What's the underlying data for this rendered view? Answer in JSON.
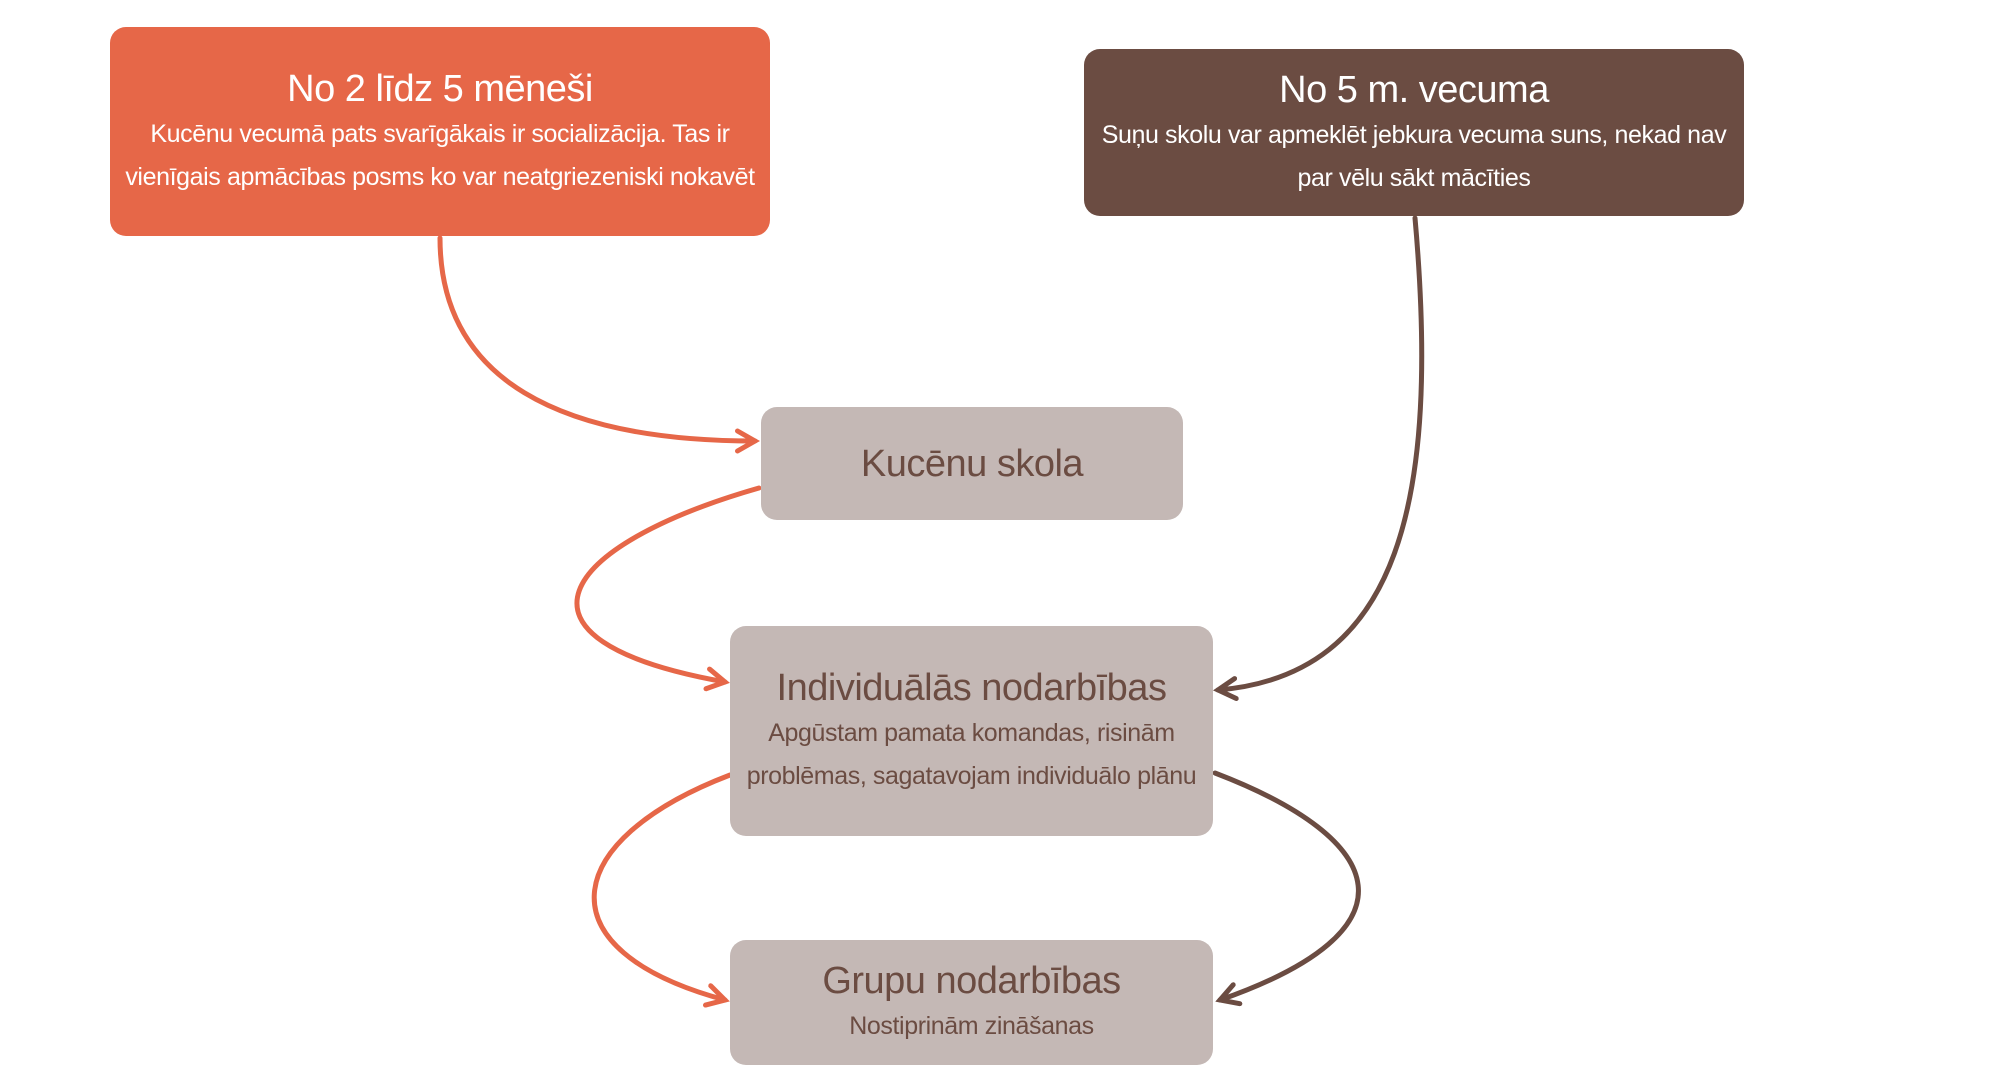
{
  "colors": {
    "orange": "#E66748",
    "brown": "#6B4C42",
    "grey": "#C4B8B5"
  },
  "nodes": {
    "puppy_age": {
      "title": "No 2 līdz 5 mēneši",
      "description": "Kucēnu vecumā pats svarīgākais ir socializācija. Tas ir vienīgais apmācības posms ko var neatgriezeniski nokavēt"
    },
    "adult_age": {
      "title": "No 5 m. vecuma",
      "description": "Suņu skolu var apmeklēt jebkura vecuma suns, nekad nav par vēlu sākt mācīties"
    },
    "puppy_school": {
      "title": "Kucēnu skola"
    },
    "individual": {
      "title": "Individuālās nodarbības",
      "description": "Apgūstam pamata komandas, risinām problēmas, sagatavojam  individuālo plānu"
    },
    "group": {
      "title": "Grupu nodarbības",
      "description": "Nostiprinām zināšanas"
    }
  }
}
